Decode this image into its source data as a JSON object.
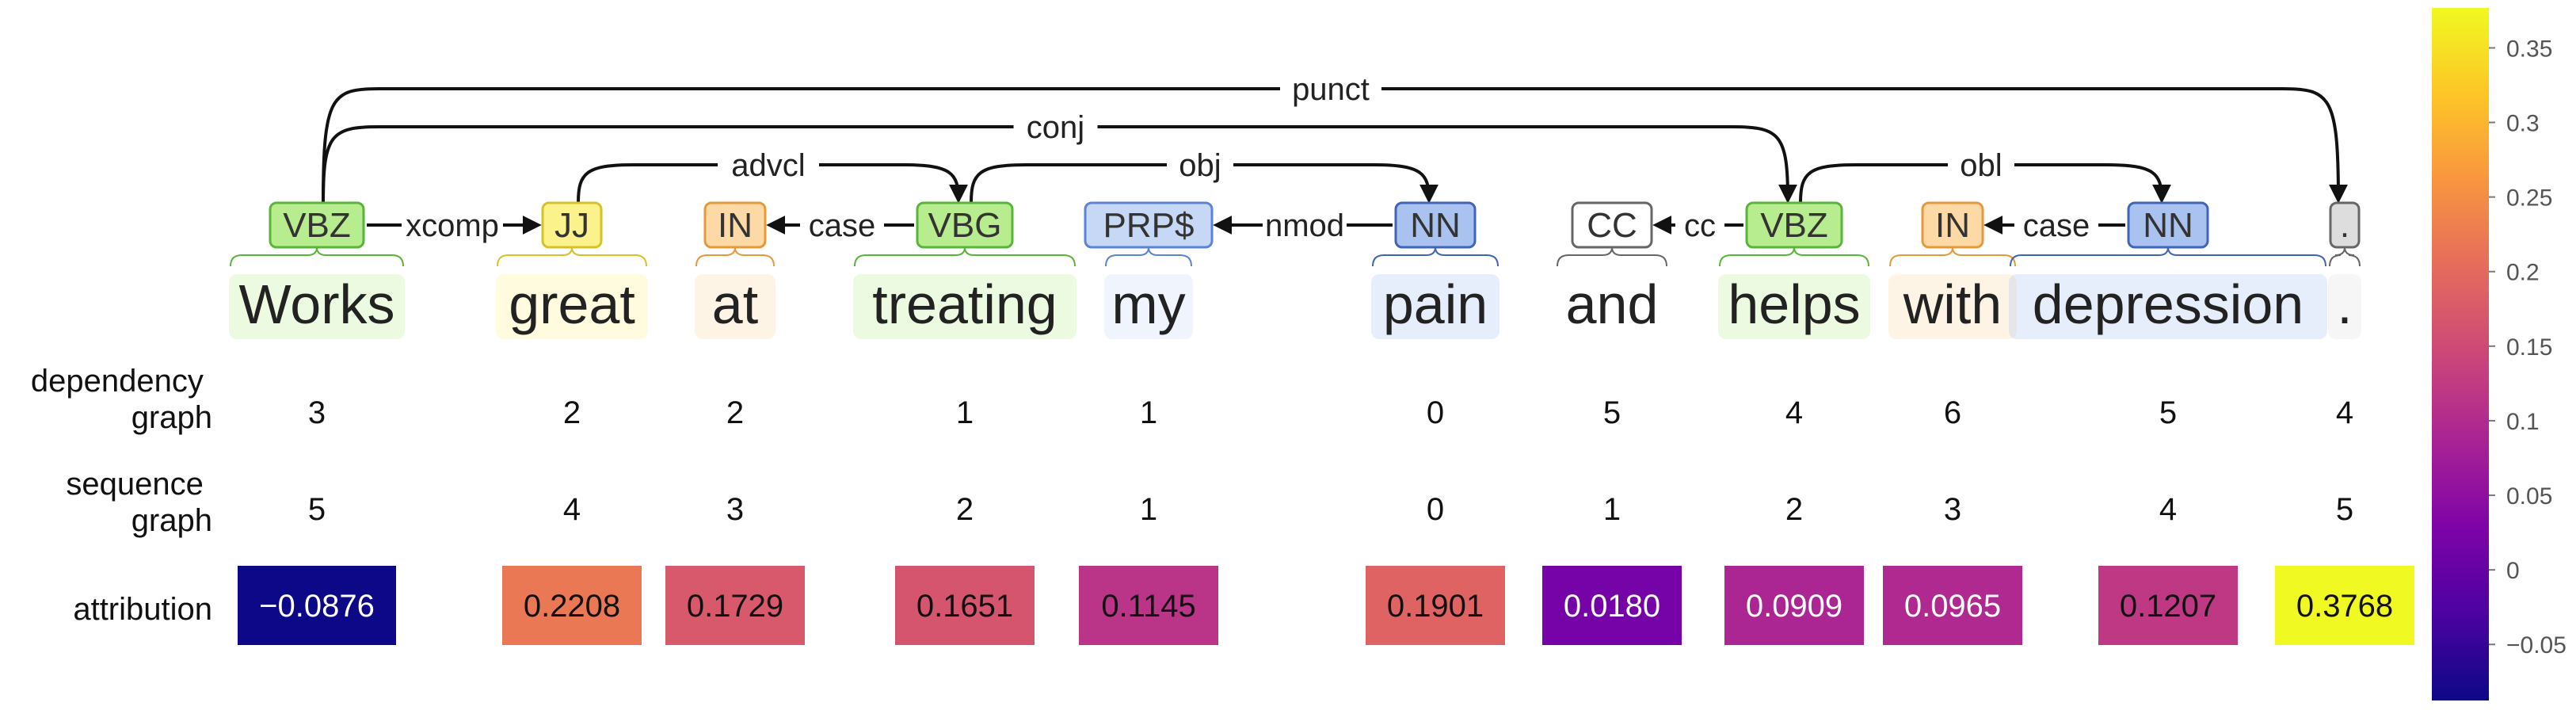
{
  "row_labels": {
    "dependency": [
      "dependency",
      "graph"
    ],
    "sequence": [
      "sequence",
      "graph"
    ],
    "attribution": "attribution"
  },
  "tokens": [
    {
      "word": "Works",
      "pos": "VBZ",
      "pos_color": "#b7ec8f",
      "pos_border": "#58b53a",
      "dep_dist": "3",
      "seq_dist": "5",
      "attribution": "−0.0876",
      "attr_value": -0.0876
    },
    {
      "word": "great",
      "pos": "JJ",
      "pos_color": "#fbf28c",
      "pos_border": "#d6c227",
      "dep_dist": "2",
      "seq_dist": "4",
      "attribution": "0.2208",
      "attr_value": 0.2208
    },
    {
      "word": "at",
      "pos": "IN",
      "pos_color": "#fdd9a6",
      "pos_border": "#e49a3c",
      "dep_dist": "2",
      "seq_dist": "3",
      "attribution": "0.1729",
      "attr_value": 0.1729
    },
    {
      "word": "treating",
      "pos": "VBG",
      "pos_color": "#b7ec8f",
      "pos_border": "#58b53a",
      "dep_dist": "1",
      "seq_dist": "2",
      "attribution": "0.1651",
      "attr_value": 0.1651
    },
    {
      "word": "my",
      "pos": "PRP$",
      "pos_color": "#c7d8f7",
      "pos_border": "#5b83d6",
      "dep_dist": "1",
      "seq_dist": "1",
      "attribution": "0.1145",
      "attr_value": 0.1145
    },
    {
      "word": "pain",
      "pos": "NN",
      "pos_color": "#a9c2ef",
      "pos_border": "#3f64b8",
      "dep_dist": "0",
      "seq_dist": "0",
      "attribution": "0.1901",
      "attr_value": 0.1901
    },
    {
      "word": "and",
      "pos": "CC",
      "pos_color": "#ffffff",
      "pos_border": "#666666",
      "dep_dist": "5",
      "seq_dist": "1",
      "attribution": "0.0180",
      "attr_value": 0.018
    },
    {
      "word": "helps",
      "pos": "VBZ",
      "pos_color": "#b7ec8f",
      "pos_border": "#58b53a",
      "dep_dist": "4",
      "seq_dist": "2",
      "attribution": "0.0909",
      "attr_value": 0.0909
    },
    {
      "word": "with",
      "pos": "IN",
      "pos_color": "#fdd9a6",
      "pos_border": "#e49a3c",
      "dep_dist": "6",
      "seq_dist": "3",
      "attribution": "0.0965",
      "attr_value": 0.0965
    },
    {
      "word": "depression",
      "pos": "NN",
      "pos_color": "#a9c2ef",
      "pos_border": "#3f64b8",
      "dep_dist": "5",
      "seq_dist": "4",
      "attribution": "0.1207",
      "attr_value": 0.1207
    },
    {
      "word": ".",
      "pos": ".",
      "pos_color": "#dddddd",
      "pos_border": "#666666",
      "dep_dist": "4",
      "seq_dist": "5",
      "attribution": "0.3768",
      "attr_value": 0.3768
    }
  ],
  "arcs": [
    {
      "from": 0,
      "to": 10,
      "label": "punct"
    },
    {
      "from": 0,
      "to": 7,
      "label": "conj"
    },
    {
      "from": 1,
      "to": 3,
      "label": "advcl"
    },
    {
      "from": 3,
      "to": 5,
      "label": "obj"
    },
    {
      "from": 7,
      "to": 9,
      "label": "obl"
    },
    {
      "from": 0,
      "to": 1,
      "label": "xcomp"
    },
    {
      "from": 3,
      "to": 2,
      "label": "case"
    },
    {
      "from": 5,
      "to": 4,
      "label": "nmod"
    },
    {
      "from": 7,
      "to": 6,
      "label": "cc"
    },
    {
      "from": 9,
      "to": 8,
      "label": "case"
    }
  ],
  "colorbar": {
    "min": -0.0876,
    "max": 0.3768,
    "ticks": [
      "0.35",
      "0.3",
      "0.25",
      "0.2",
      "0.15",
      "0.1",
      "0.05",
      "0",
      "−0.05"
    ],
    "tick_values": [
      0.35,
      0.3,
      0.25,
      0.2,
      0.15,
      0.1,
      0.05,
      0,
      -0.05
    ],
    "colormap": "plasma"
  }
}
